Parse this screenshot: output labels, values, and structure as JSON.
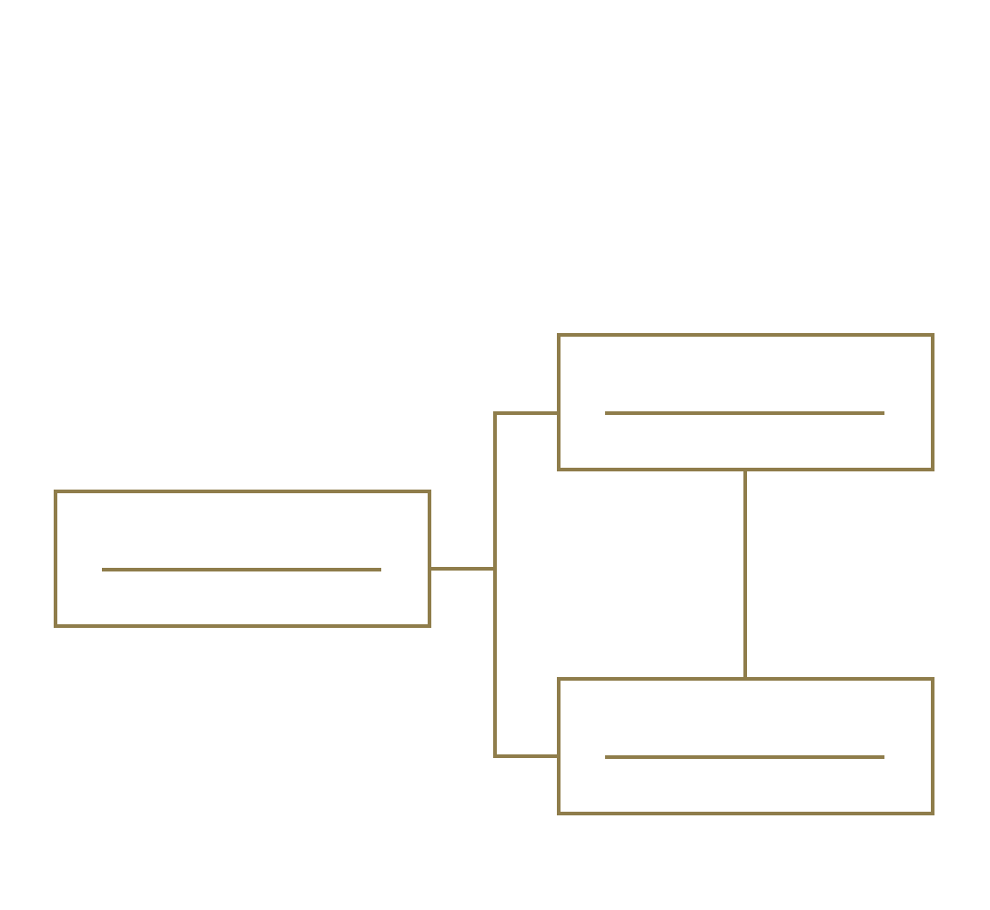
{
  "diagram": {
    "type": "org-chart",
    "stroke_color": "#8f7d4b",
    "background_color": "#ffffff",
    "nodes": [
      {
        "id": "root",
        "label": ""
      },
      {
        "id": "child-top",
        "label": ""
      },
      {
        "id": "child-bottom",
        "label": ""
      }
    ],
    "edges": [
      {
        "from": "root",
        "to": "child-top"
      },
      {
        "from": "root",
        "to": "child-bottom"
      },
      {
        "from": "child-top",
        "to": "child-bottom"
      }
    ]
  }
}
